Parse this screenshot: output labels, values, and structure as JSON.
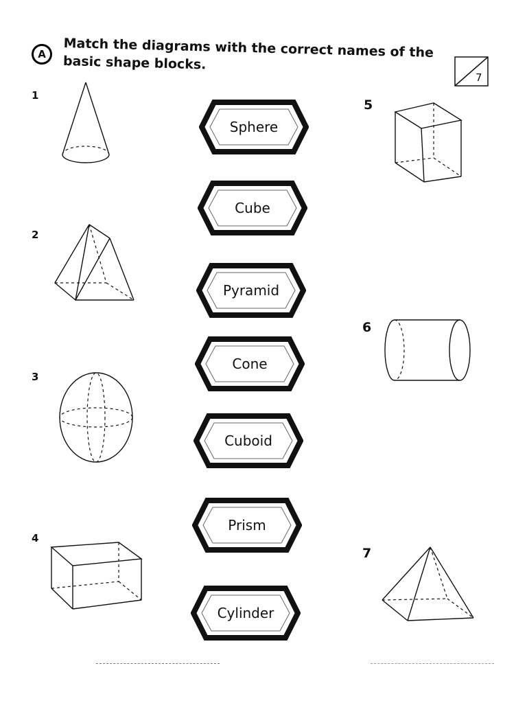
{
  "exercise": {
    "badge": "A",
    "instruction": "Match the diagrams with the correct names of the basic shape blocks.",
    "score_total": "7"
  },
  "numbers": [
    "1",
    "2",
    "3",
    "4",
    "5",
    "6",
    "7"
  ],
  "labels": [
    "Sphere",
    "Cube",
    "Pyramid",
    "Cone",
    "Cuboid",
    "Prism",
    "Cylinder"
  ]
}
